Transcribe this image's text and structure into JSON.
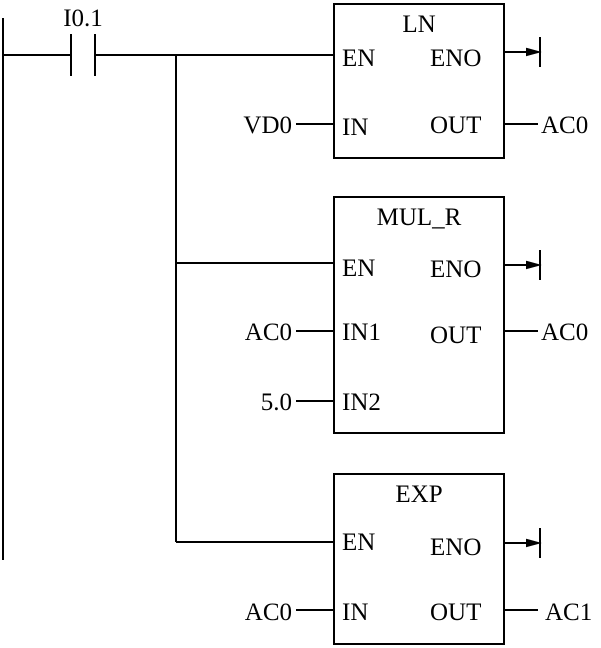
{
  "contact": {
    "label": "I0.1"
  },
  "blocks": [
    {
      "title": "LN",
      "pins": {
        "en": "EN",
        "eno": "ENO",
        "in": "IN",
        "out": "OUT"
      },
      "in_operand": "VD0",
      "out_operand": "AC0"
    },
    {
      "title": "MUL_R",
      "pins": {
        "en": "EN",
        "eno": "ENO",
        "in1": "IN1",
        "in2": "IN2",
        "out": "OUT"
      },
      "in1_operand": "AC0",
      "in2_operand": "5.0",
      "out_operand": "AC0"
    },
    {
      "title": "EXP",
      "pins": {
        "en": "EN",
        "eno": "ENO",
        "in": "IN",
        "out": "OUT"
      },
      "in_operand": "AC0",
      "out_operand": "AC1"
    }
  ]
}
